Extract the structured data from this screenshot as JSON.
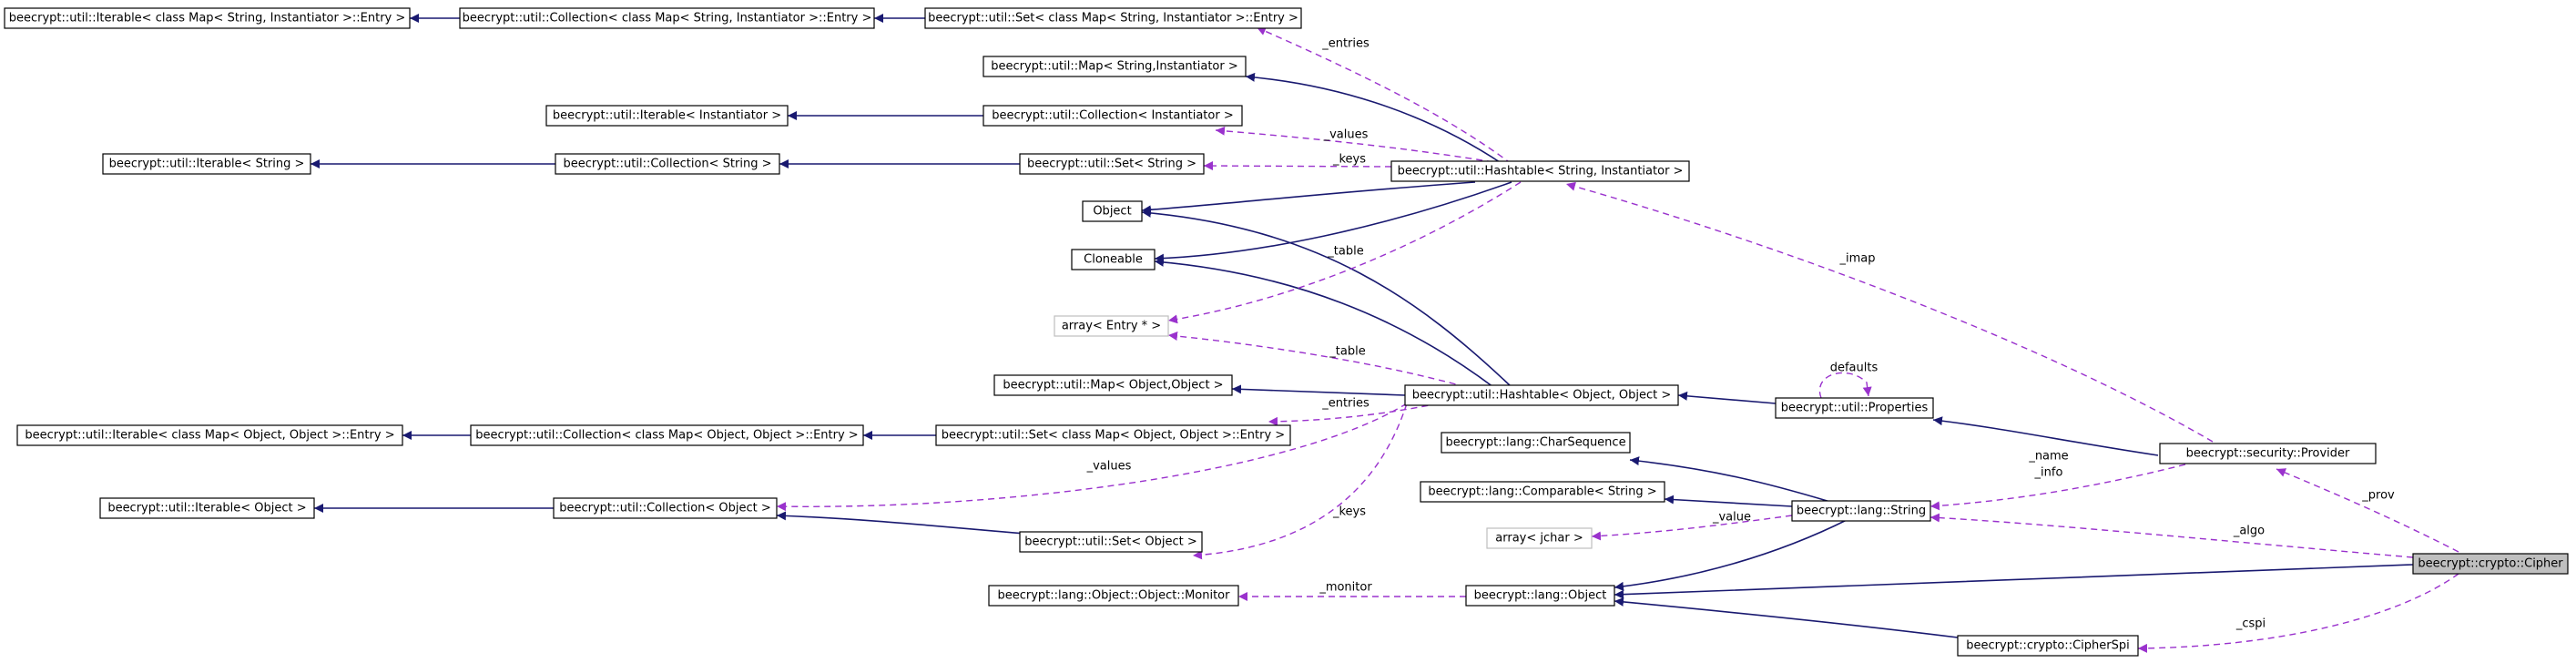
{
  "nodes": {
    "iterable_entry_si": "beecrypt::util::Iterable< class Map< String, Instantiator >::Entry >",
    "collection_entry_si": "beecrypt::util::Collection< class Map< String, Instantiator >::Entry >",
    "set_entry_si": "beecrypt::util::Set< class Map< String, Instantiator >::Entry >",
    "map_si": "beecrypt::util::Map< String,Instantiator >",
    "iterable_inst": "beecrypt::util::Iterable< Instantiator >",
    "collection_inst": "beecrypt::util::Collection< Instantiator >",
    "iterable_string": "beecrypt::util::Iterable< String >",
    "collection_string": "beecrypt::util::Collection< String >",
    "set_string": "beecrypt::util::Set< String >",
    "hashtable_si": "beecrypt::util::Hashtable< String, Instantiator >",
    "object": "Object",
    "cloneable": "Cloneable",
    "array_entry": "array< Entry * >",
    "map_oo": "beecrypt::util::Map< Object,Object >",
    "hashtable_oo": "beecrypt::util::Hashtable< Object, Object >",
    "properties": "beecrypt::util::Properties",
    "iterable_entry_oo": "beecrypt::util::Iterable< class Map< Object, Object >::Entry >",
    "collection_entry_oo": "beecrypt::util::Collection< class Map< Object, Object >::Entry >",
    "set_entry_oo": "beecrypt::util::Set< class Map< Object, Object >::Entry >",
    "charsequence": "beecrypt::lang::CharSequence",
    "provider": "beecrypt::security::Provider",
    "comparable_string": "beecrypt::lang::Comparable< String >",
    "lang_string": "beecrypt::lang::String",
    "iterable_object": "beecrypt::util::Iterable< Object >",
    "collection_object": "beecrypt::util::Collection< Object >",
    "array_jchar": "array< jchar >",
    "set_object": "beecrypt::util::Set< Object >",
    "cipher": "beecrypt::crypto::Cipher",
    "monitor": "beecrypt::lang::Object::Object::Monitor",
    "lang_object": "beecrypt::lang::Object",
    "cipherspi": "beecrypt::crypto::CipherSpi"
  },
  "edge_labels": {
    "entries_si": "_entries",
    "values_si": "_values",
    "keys_si": "_keys",
    "table_si": "_table",
    "imap": "_imap",
    "table_oo": "_table",
    "defaults": "defaults",
    "entries_oo": "_entries",
    "name_info": "_name\n_info",
    "values_oo": "_values",
    "prov": "_prov",
    "value": "_value",
    "keys_oo": "_keys",
    "algo": "_algo",
    "monitor": "_monitor",
    "cspi": "_cspi"
  },
  "colors": {
    "inheritance_edge": "#191970",
    "usage_edge": "#9a32cd",
    "focus_node_fill": "#bfbfbf",
    "external_node_border": "#bfbfbf"
  }
}
